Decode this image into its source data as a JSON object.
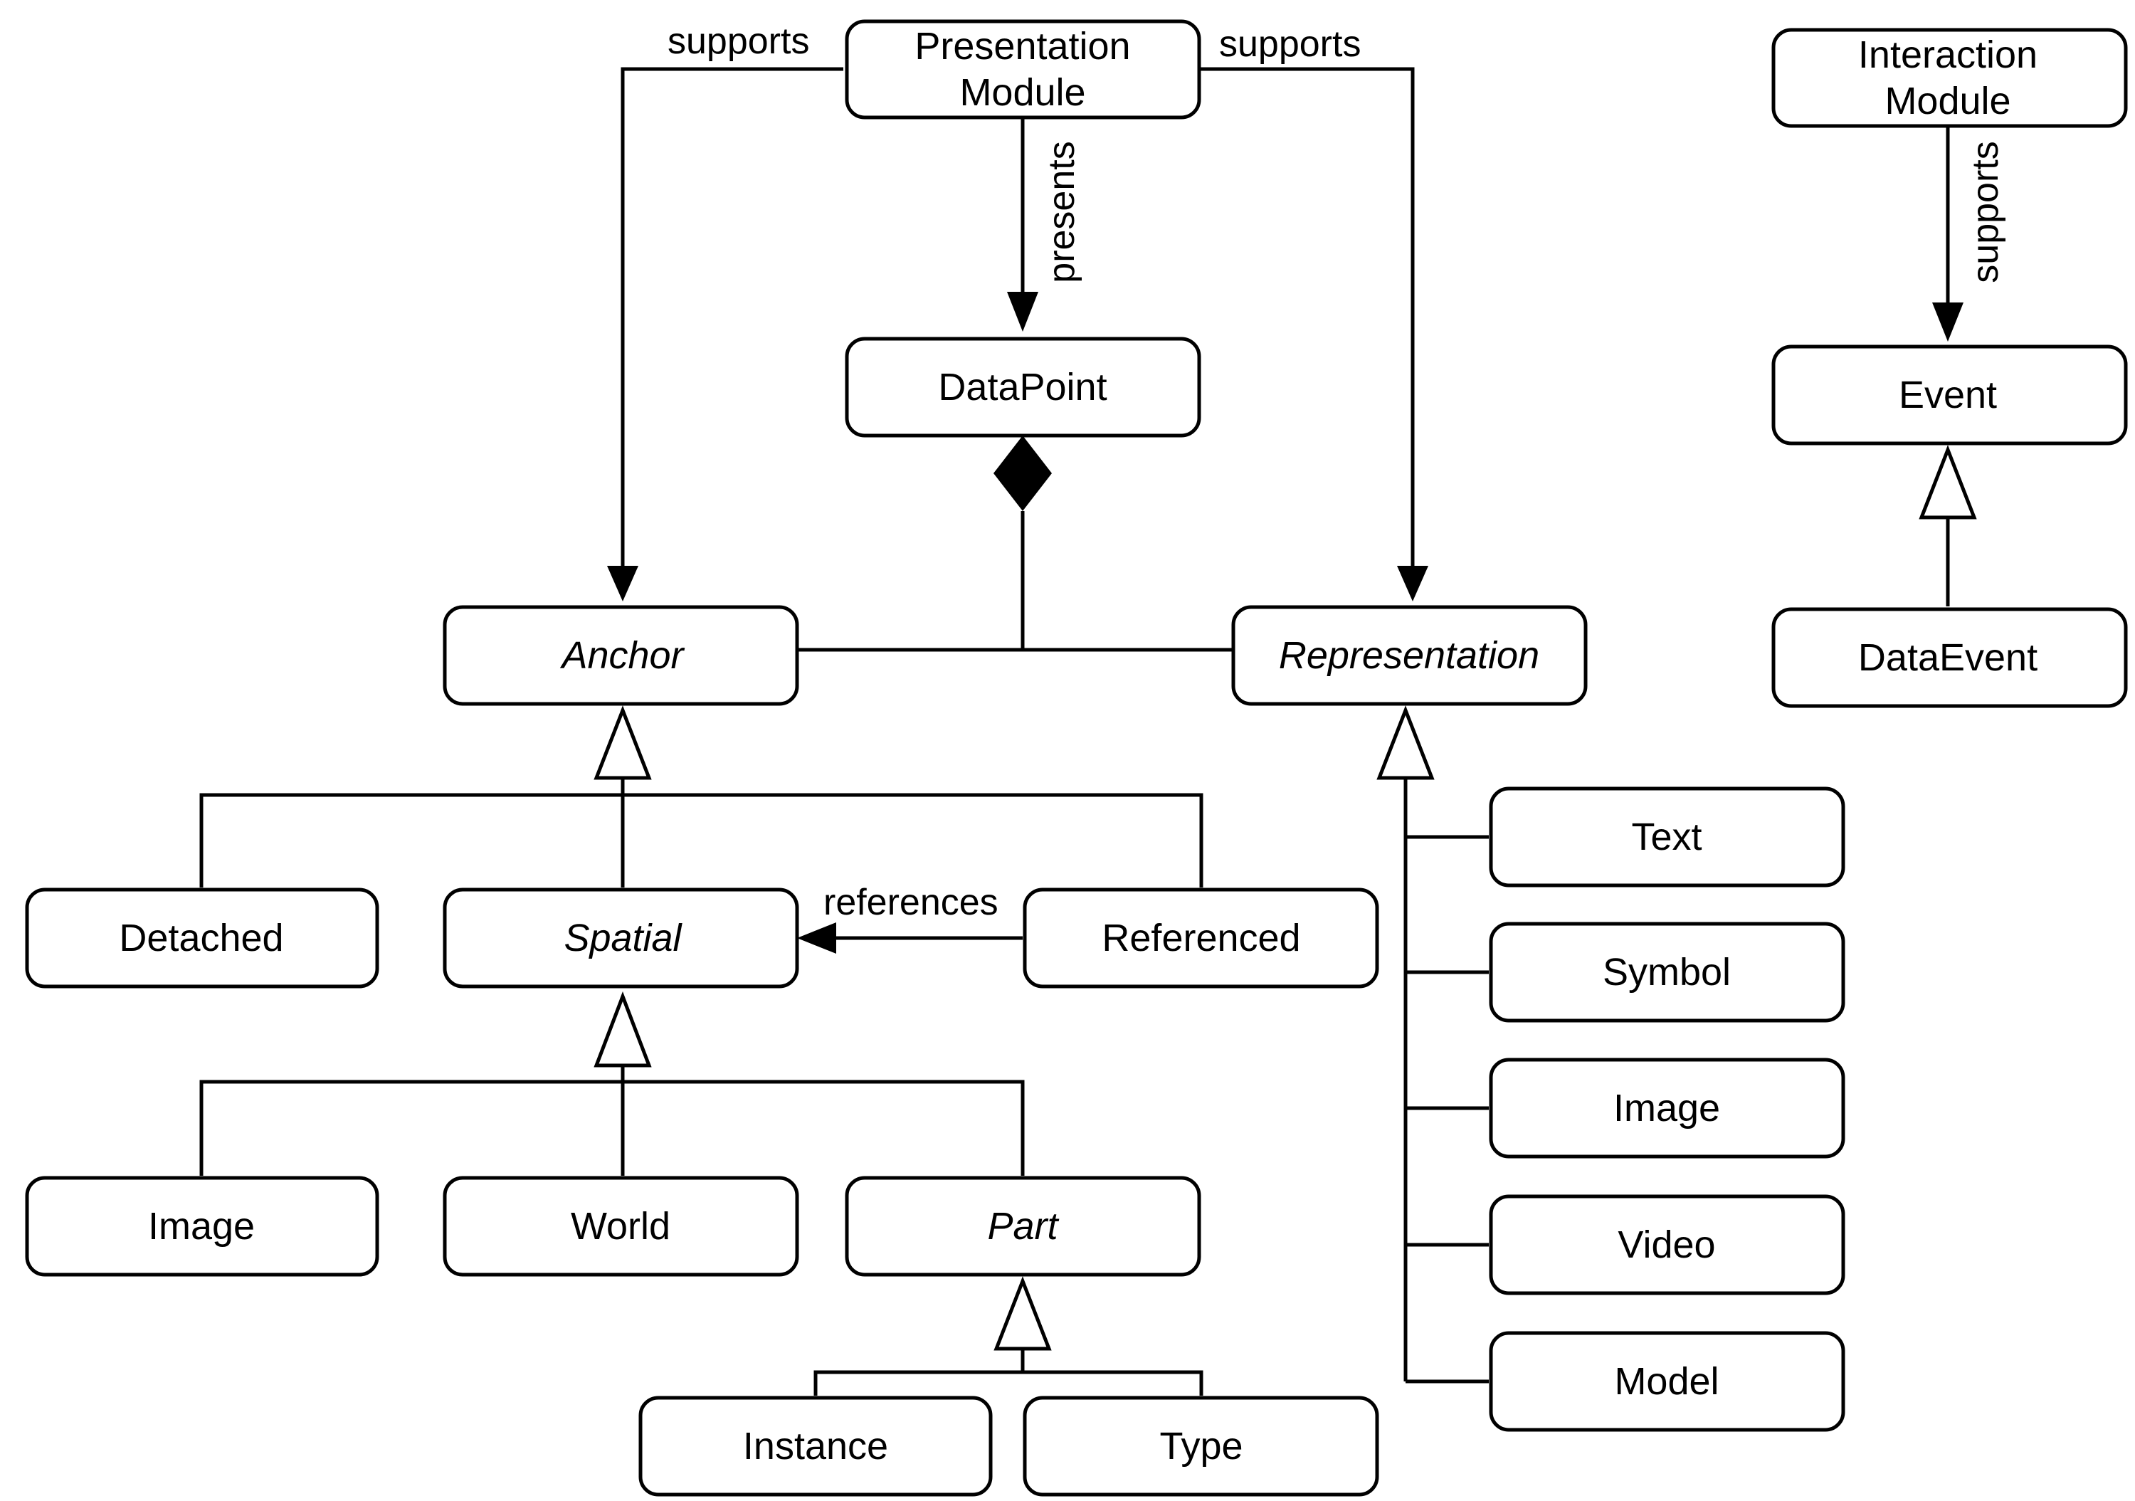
{
  "classes": {
    "presentation_module": [
      "Presentation",
      "Module"
    ],
    "interaction_module": [
      "Interaction",
      "Module"
    ],
    "datapoint": "DataPoint",
    "event": "Event",
    "dataevent": "DataEvent",
    "anchor": "Anchor",
    "representation": "Representation",
    "detached": "Detached",
    "spatial": "Spatial",
    "referenced": "Referenced",
    "image_anchor": "Image",
    "world": "World",
    "part": "Part",
    "instance": "Instance",
    "type": "Type",
    "text": "Text",
    "symbol": "Symbol",
    "image_repr": "Image",
    "video": "Video",
    "model": "Model"
  },
  "relations": {
    "supports_left": "supports",
    "supports_right": "supports",
    "presents": "presents",
    "supports_interaction": "supports",
    "references": "references"
  }
}
